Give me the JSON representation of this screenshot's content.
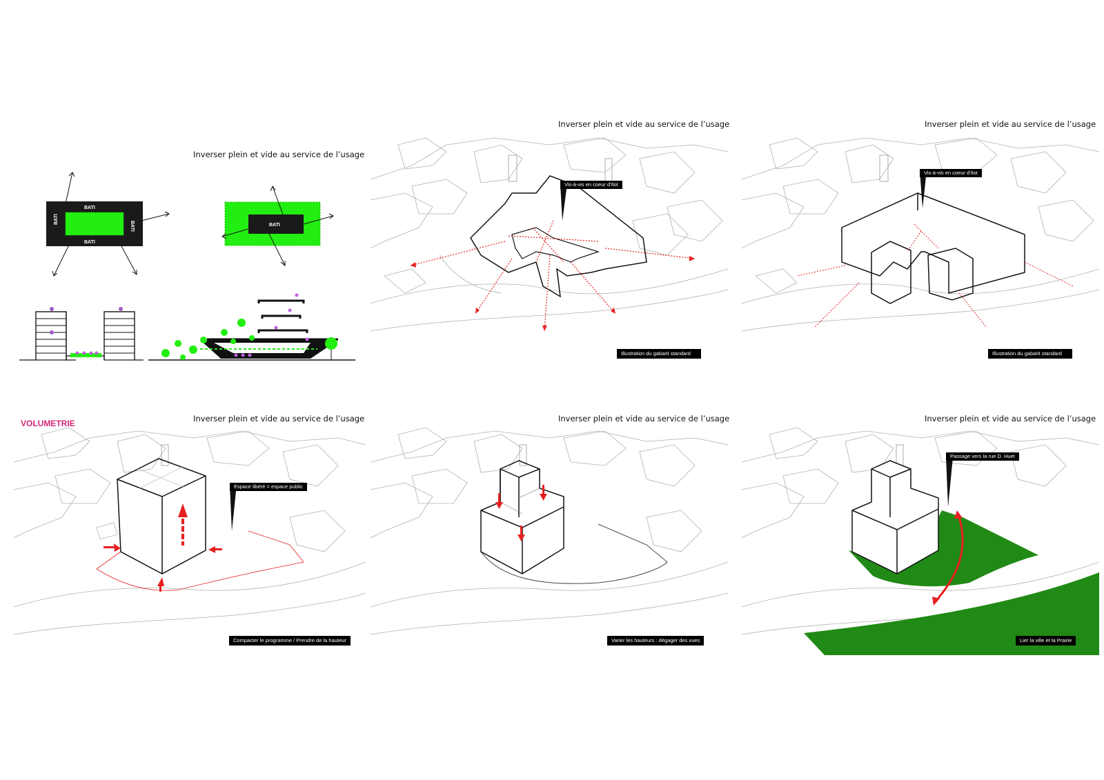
{
  "colors": {
    "accent_green": "#22ee11",
    "park_green": "#218a16",
    "arrow_red": "#e62020",
    "title_pink": "#d6247a"
  },
  "panels": [
    {
      "id": "p1",
      "title": "Inverser plein et vide au service de l’usage",
      "labels": {
        "bati": "BATI"
      }
    },
    {
      "id": "p2",
      "title": "Inverser plein et vide au service de l’usage",
      "callout": "Vis-à-vis en coeur d’Ilot",
      "caption": "Illustration du gabarit standard"
    },
    {
      "id": "p3",
      "title": "Inverser plein et vide au service de l’usage",
      "callout": "Vis-à-vis en coeur d’Ilot",
      "caption": "Illustration du gabarit standard"
    },
    {
      "id": "p4",
      "heading": "VOLUMETRIE",
      "title": "Inverser plein et vide au service de l’usage",
      "callout": "Espace libéré = espace public",
      "caption": "Compacter le programme / Prendre de la hauteur"
    },
    {
      "id": "p5",
      "title": "Inverser plein et vide au service de l’usage",
      "caption": "Varier les hauteurs : dégager des vues"
    },
    {
      "id": "p6",
      "title": "Inverser plein et vide au service de l’usage",
      "callout": "Passage vers la rue D. Huet",
      "caption": "Lier la ville et la Prairie"
    }
  ]
}
